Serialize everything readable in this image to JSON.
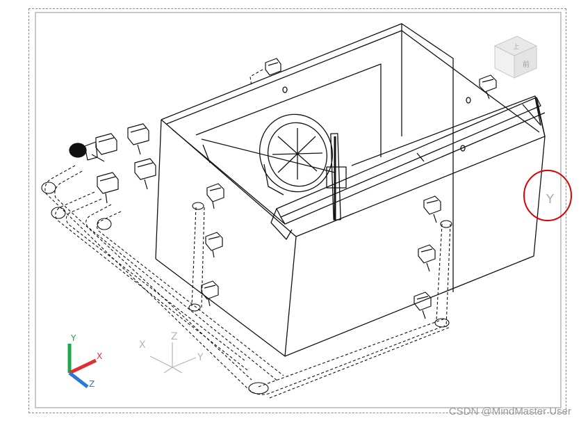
{
  "ucs_icon": {
    "x_label": "X",
    "y_label": "Y",
    "z_label": "Z",
    "x_color": "#e03030",
    "y_color": "#1ea84a",
    "z_color": "#2a78d8"
  },
  "view_axes_icon": {
    "x_label": "X",
    "y_label": "Y",
    "z_label": "Z"
  },
  "callout_axis_label": "Y",
  "view_cube": {
    "face_label": "上",
    "side_label": "前"
  },
  "colors": {
    "line": "#111111",
    "highlight_circle": "#dd0000",
    "dim_grey": "#b4b4b4"
  },
  "watermark": "CSDN @MindMaster User"
}
